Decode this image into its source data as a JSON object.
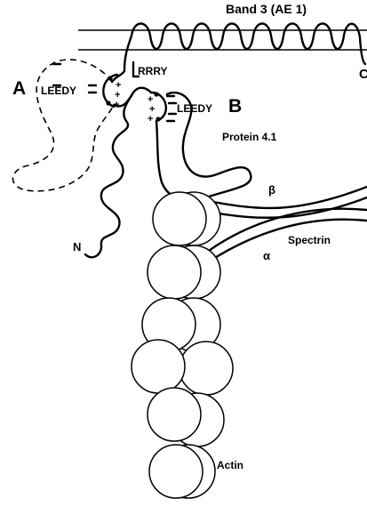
{
  "labels": {
    "band3": "Band 3 (AE 1)",
    "c_terminus": "C",
    "domain_a": "A",
    "domain_b": "B",
    "leedy_a": "LEEDY",
    "leedy_b": "LEEDY",
    "rrry": "RRRY",
    "protein41": "Protein 4.1",
    "beta": "β",
    "alpha": "α",
    "spectrin": "Spectrin",
    "n_terminus": "N",
    "actin": "Actin"
  }
}
